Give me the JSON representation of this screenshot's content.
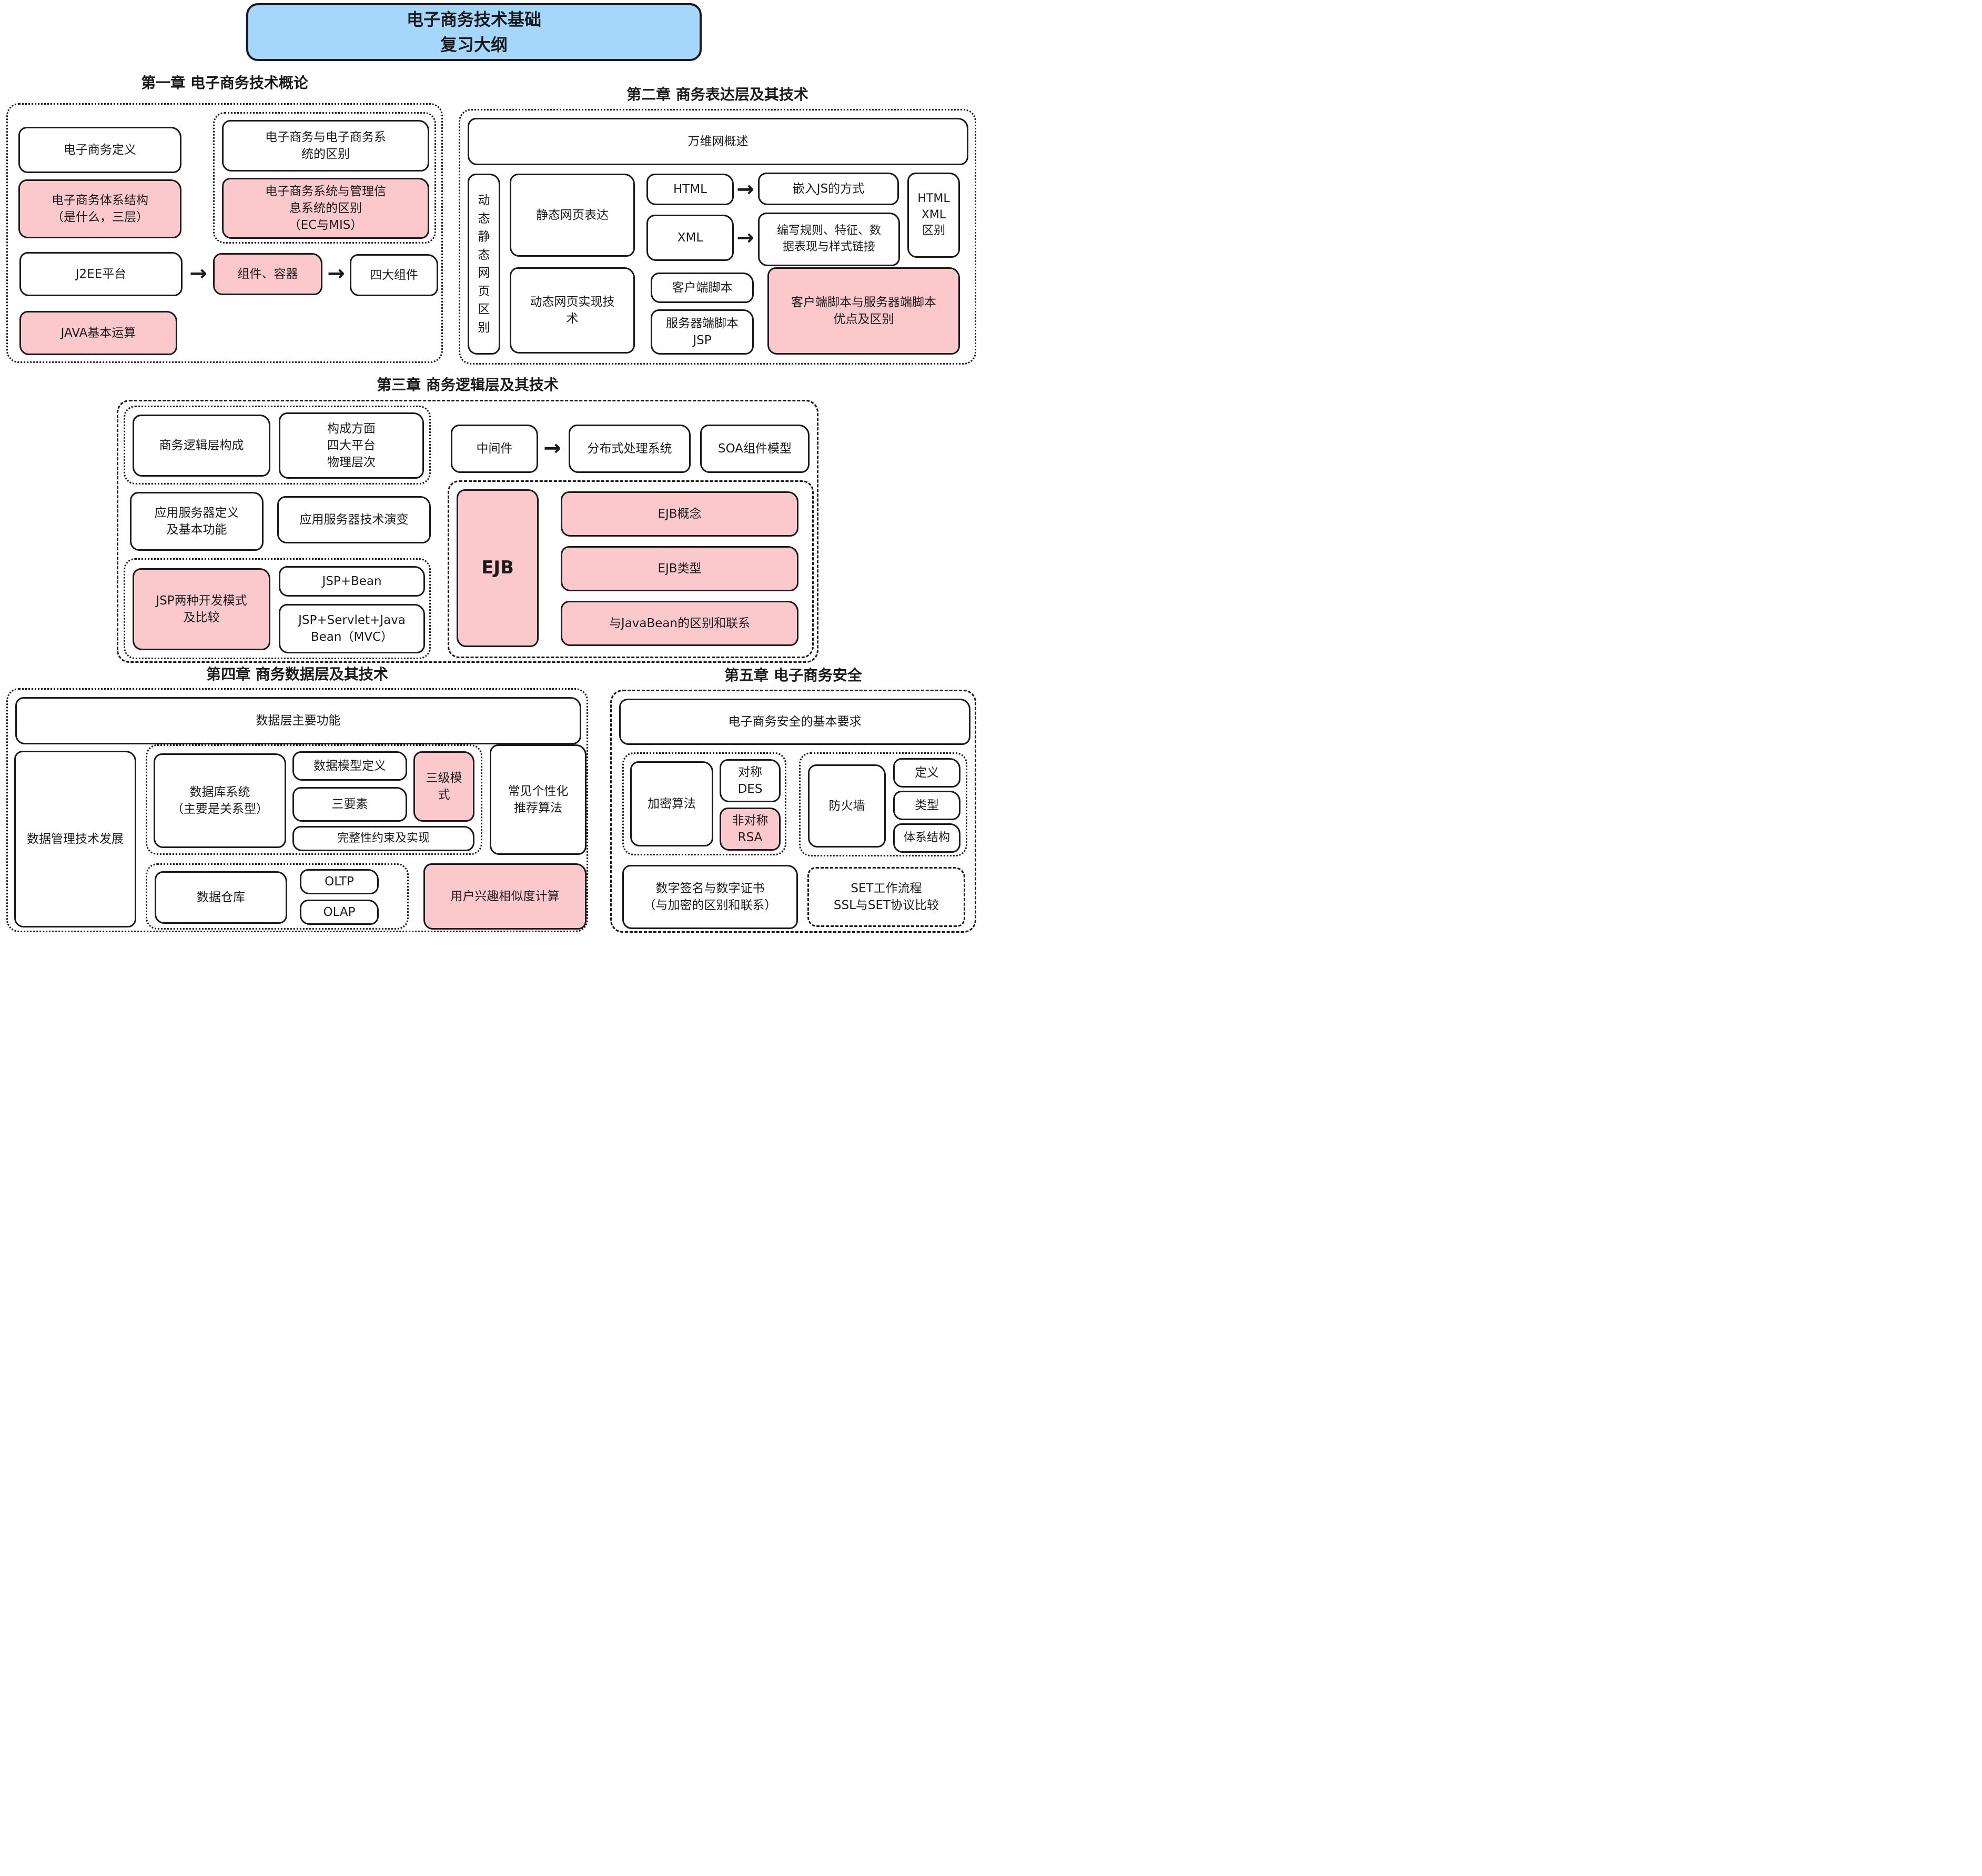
{
  "title": {
    "line1": "电子商务技术基础",
    "line2": "复习大纲"
  },
  "colors": {
    "ink": "#1a1a1a",
    "blue": "#a5d7fd",
    "pink": "#fbc9cc"
  },
  "icons": {
    "arrow_right": "→"
  },
  "ch1": {
    "heading": "第一章 电子商务技术概论",
    "ec_definition": "电子商务定义",
    "ec_architecture": "电子商务体系结构\n（是什么，三层）",
    "ec_vs_system": "电子商务与电子商务系\n统的区别",
    "system_vs_mis": "电子商务系统与管理信\n息系统的区别\n（EC与MIS）",
    "j2ee": "J2EE平台",
    "components_containers": "组件、容器",
    "four_components": "四大组件",
    "java_ops": "JAVA基本运算"
  },
  "ch2": {
    "heading": "第二章 商务表达层及其技术",
    "www_overview": "万维网概述",
    "dynamic_static_diff": "动态\n静态\n网页\n区别",
    "static_page": "静态网页表达",
    "dynamic_page_tech": "动态网页实现技\n术",
    "html": "HTML",
    "xml": "XML",
    "embed_js": "嵌入JS的方式",
    "xml_rules": "编写规则、特征、数\n据表现与样式链接",
    "html_xml_diff": "HTML\nXML\n区别",
    "client_script": "客户端脚本",
    "server_script": "服务器端脚本\nJSP",
    "client_vs_server": "客户端脚本与服务器端脚本\n优点及区别"
  },
  "ch3": {
    "heading": "第三章 商务逻辑层及其技术",
    "logic_composition": "商务逻辑层构成",
    "composition_aspects": "构成方面\n四大平台\n物理层次",
    "appserver_def": "应用服务器定义\n及基本功能",
    "appserver_evolution": "应用服务器技术演变",
    "jsp_models": "JSP两种开发模式\n及比较",
    "jsp_bean": "JSP+Bean",
    "jsp_servlet_bean": "JSP+Servlet+Java\nBean（MVC）",
    "middleware": "中间件",
    "distributed": "分布式处理系统",
    "soa": "SOA组件模型",
    "ejb": "EJB",
    "ejb_concept": "EJB概念",
    "ejb_types": "EJB类型",
    "ejb_vs_javabean": "与JavaBean的区别和联系"
  },
  "ch4": {
    "heading": "第四章 商务数据层及其技术",
    "data_layer_functions": "数据层主要功能",
    "data_mgmt_evolution": "数据管理技术发展",
    "db_system": "数据库系统\n（主要是关系型）",
    "data_model_def": "数据模型定义",
    "three_elements": "三要素",
    "three_schema": "三级模式",
    "integrity": "完整性约束及实现",
    "recommendation": "常见个性化\n推荐算法",
    "data_warehouse": "数据仓库",
    "oltp": "OLTP",
    "olap": "OLAP",
    "similarity": "用户兴趣相似度计算"
  },
  "ch5": {
    "heading": "第五章 电子商务安全",
    "security_requirements": "电子商务安全的基本要求",
    "encryption": "加密算法",
    "symmetric": "对称\nDES",
    "asymmetric": "非对称\nRSA",
    "firewall": "防火墙",
    "definition": "定义",
    "types": "类型",
    "architecture": "体系结构",
    "signature": "数字签名与数字证书\n（与加密的区别和联系）",
    "set_ssl": "SET工作流程\nSSL与SET协议比较"
  }
}
